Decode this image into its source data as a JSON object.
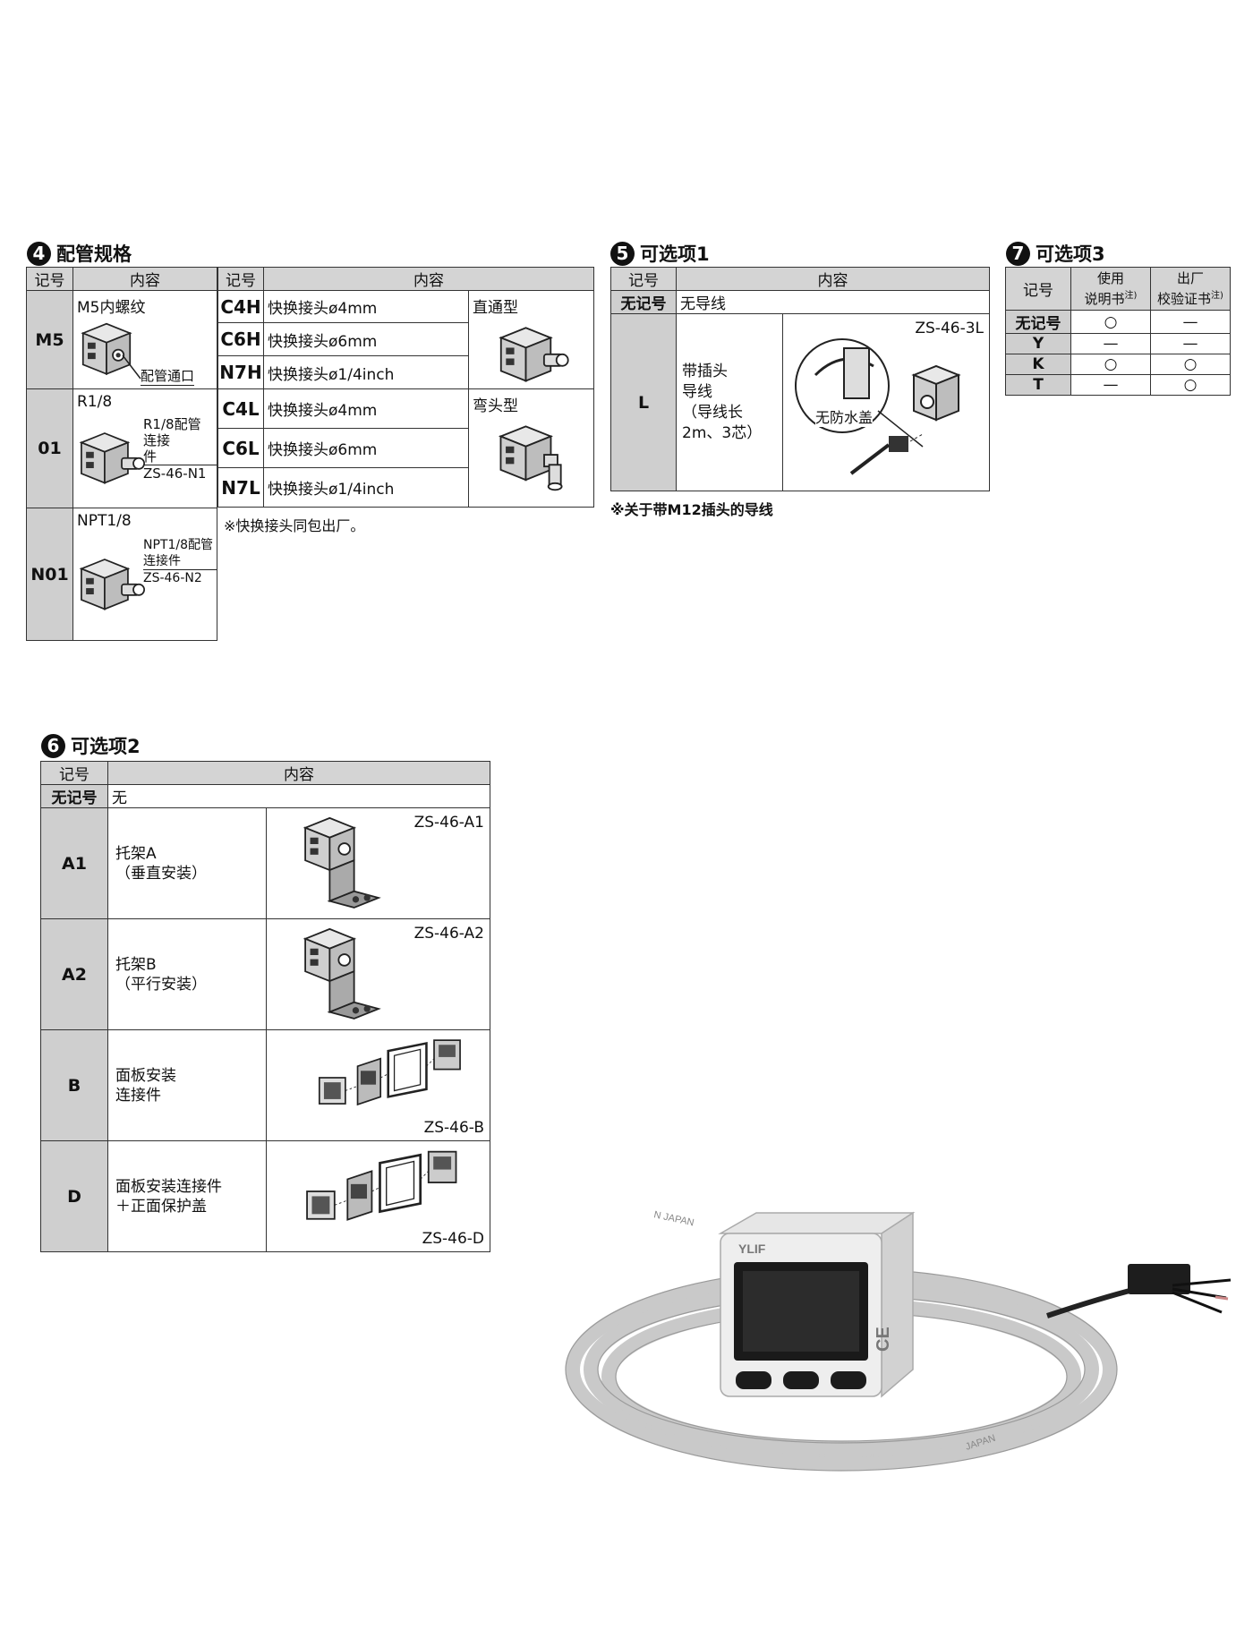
{
  "sec4": {
    "num": "4",
    "title": "配管规格",
    "h_code": "记号",
    "h_content": "内容",
    "h_code2": "记号",
    "h_content2": "内容",
    "rows": [
      {
        "code": "M5",
        "label": "M5内螺纹",
        "callout": "配管通口"
      },
      {
        "code": "01",
        "label": "R1/8",
        "callout1": "R1/8配管",
        "callout2": "连接件",
        "callout3": "ZS-46-N1"
      },
      {
        "code": "N01",
        "label": "NPT1/8",
        "callout1": "NPT1/8配管",
        "callout2": "连接件",
        "callout3": "ZS-46-N2"
      }
    ],
    "fittings": [
      {
        "code": "C4H",
        "desc": "快换接头ø4mm"
      },
      {
        "code": "C6H",
        "desc": "快换接头ø6mm"
      },
      {
        "code": "N7H",
        "desc": "快换接头ø1/4inch"
      },
      {
        "code": "C4L",
        "desc": "快换接头ø4mm"
      },
      {
        "code": "C6L",
        "desc": "快换接头ø6mm"
      },
      {
        "code": "N7L",
        "desc": "快换接头ø1/4inch"
      }
    ],
    "type_straight": "直通型",
    "type_elbow": "弯头型",
    "note": "※快换接头同包出厂。"
  },
  "sec5": {
    "num": "5",
    "title": "可选项1",
    "h_code": "记号",
    "h_content": "内容",
    "row1_code": "无记号",
    "row1_desc": "无导线",
    "row2_code": "L",
    "row2_desc1": "带插头",
    "row2_desc2": "导线",
    "row2_desc3": "（导线长",
    "row2_desc4": "2m、3芯）",
    "part": "ZS-46-3L",
    "callout": "无防水盖",
    "note": "※关于带M12插头的导线"
  },
  "sec7": {
    "num": "7",
    "title": "可选项3",
    "h_code": "记号",
    "h_manual1": "使用",
    "h_manual2": "说明书",
    "h_cert1": "出厂",
    "h_cert2": "校验证书",
    "sup": "注)",
    "rows": [
      {
        "code": "无记号",
        "manual": "○",
        "cert": "—"
      },
      {
        "code": "Y",
        "manual": "—",
        "cert": "—"
      },
      {
        "code": "K",
        "manual": "○",
        "cert": "○"
      },
      {
        "code": "T",
        "manual": "—",
        "cert": "○"
      }
    ]
  },
  "sec6": {
    "num": "6",
    "title": "可选项2",
    "h_code": "记号",
    "h_content": "内容",
    "row0_code": "无记号",
    "row0_desc": "无",
    "rows": [
      {
        "code": "A1",
        "desc1": "托架A",
        "desc2": "（垂直安装）",
        "part": "ZS-46-A1"
      },
      {
        "code": "A2",
        "desc1": "托架B",
        "desc2": "（平行安装）",
        "part": "ZS-46-A2"
      },
      {
        "code": "B",
        "desc1": "面板安装",
        "desc2": "连接件",
        "part": "ZS-46-B"
      },
      {
        "code": "D",
        "desc1": "面板安装连接件",
        "desc2": "＋正面保护盖",
        "part": "ZS-46-D"
      }
    ]
  },
  "photo": {
    "brand": "YLIF",
    "cable_text1": "N JAPAN",
    "cable_text2": "JAPAN"
  }
}
